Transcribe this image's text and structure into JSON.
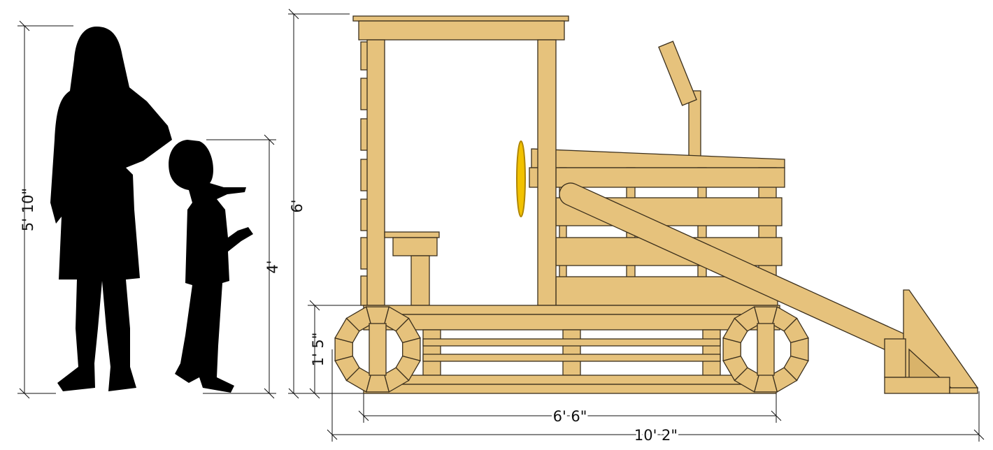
{
  "title": "Bulldozer playhouse side elevation with scale figures",
  "dimensions": {
    "adult_height": "5' 10\"",
    "child_height": "4'",
    "overall_height": "6'",
    "track_height": "1' 5\"",
    "track_length": "6' 6\"",
    "overall_length": "10' 2\""
  },
  "colors": {
    "wood": "#e6c27c",
    "outline": "#3b2f1c",
    "steering_wheel": "#f2c200",
    "silhouette": "#000000"
  }
}
